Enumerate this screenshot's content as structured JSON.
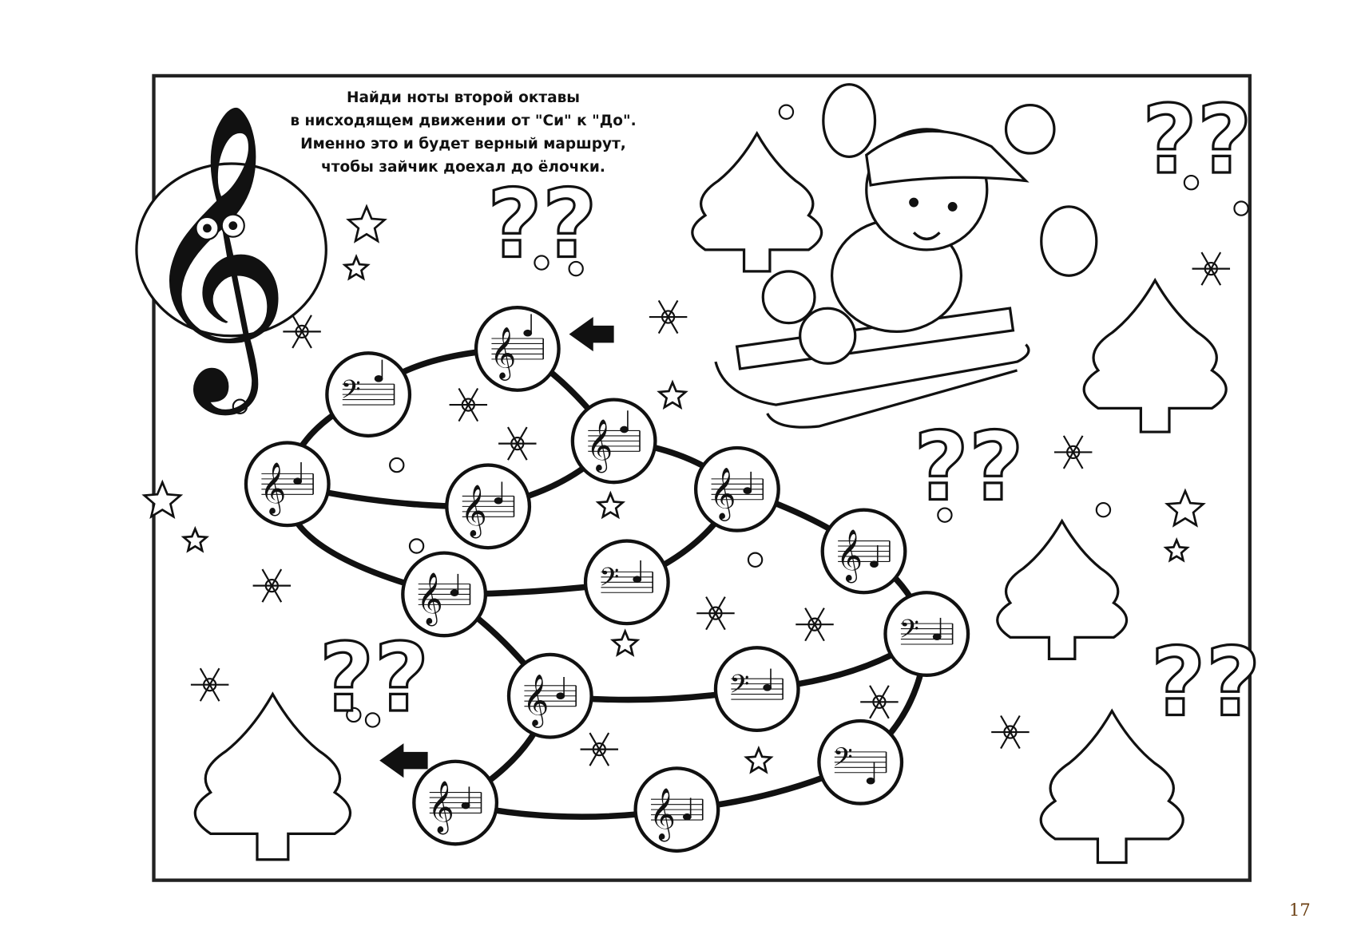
{
  "instructions": [
    "Найди ноты второй октавы",
    "в нисходящем движении от \"Си\" к \"До\".",
    "Именно это и будет верный маршрут,",
    "чтобы зайчик доехал до ёлочки."
  ],
  "page_number": "17",
  "colors": {
    "ink": "#111111",
    "page_number": "#6b3f12"
  }
}
